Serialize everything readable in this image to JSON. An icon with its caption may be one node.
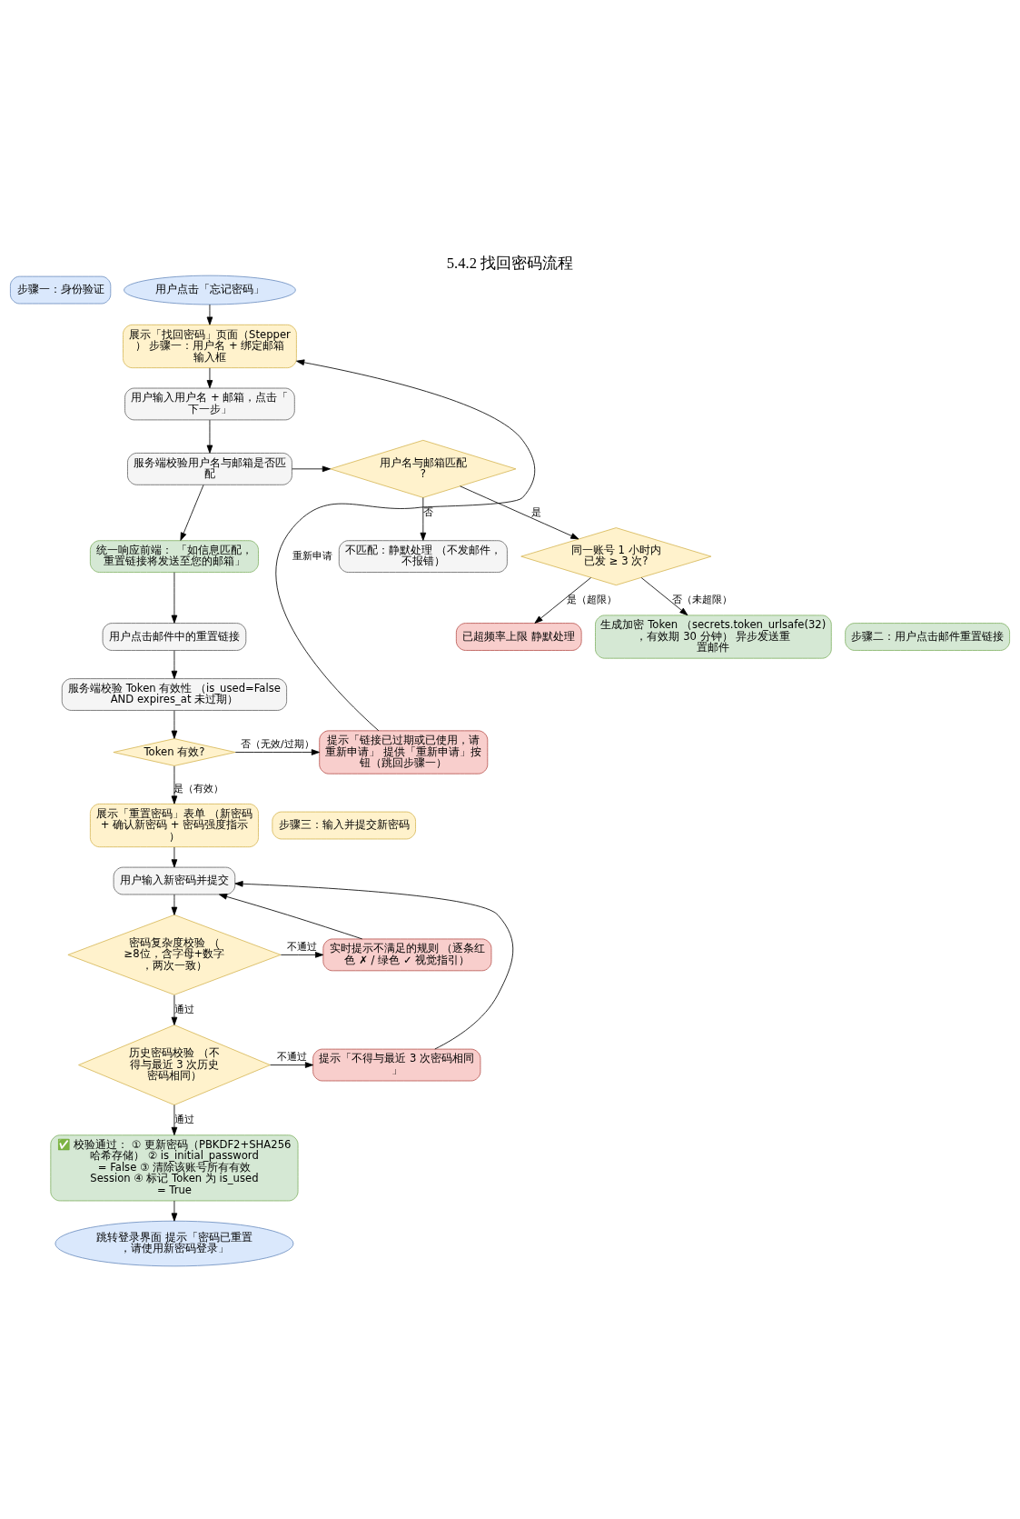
{
  "diagram": {
    "title": "5.4.2 找回密码流程",
    "nodes": [
      {
        "text": [
          "步骤一：身份验证"
        ]
      },
      {
        "text": [
          "用户点击「忘记密码」"
        ]
      },
      {
        "text": [
          "展示「找回密码」页面（Stepper） 步骤一：用户名 + 绑定邮箱输入框"
        ]
      },
      {
        "text": [
          "用户输入用户名 + 邮箱，点击「下一步」"
        ]
      },
      {
        "text": [
          "服务端校验用户名与邮箱是否匹配"
        ]
      },
      {
        "text": [
          "用户名与邮箱匹配?"
        ]
      },
      {
        "text": [
          "不匹配：静默处理 （不发邮件，不报错）"
        ]
      },
      {
        "text": [
          "统一响应前端： 「如信息匹配，重置链接将发送至您的邮箱」"
        ]
      },
      {
        "text": [
          "同一账号 1 小时内已发 ≥ 3 次?"
        ]
      },
      {
        "text": [
          "已超频率上限 静默处理"
        ]
      },
      {
        "text": [
          "生成加密 Token （secrets.token_urlsafe(32)，有效期 30 分钟） 异步发送重置邮件"
        ]
      },
      {
        "text": [
          "步骤二：用户点击邮件重置链接"
        ]
      },
      {
        "text": [
          "用户点击邮件中的重置链接"
        ]
      },
      {
        "text": [
          "服务端校验 Token 有效性 （is_used=False AND expires_at 未过期）"
        ]
      },
      {
        "text": [
          "Token 有效?"
        ]
      },
      {
        "text": [
          "提示「链接已过期或已使用，请重新申请」 提供「重新申请」按钮（跳回步骤一）"
        ]
      },
      {
        "text": [
          "步骤三：输入并提交新密码"
        ]
      },
      {
        "text": [
          "展示「重置密码」表单 （新密码 + 确认新密码 + 密码强度指示）"
        ]
      },
      {
        "text": [
          "用户输入新密码并提交"
        ]
      },
      {
        "text": [
          "密码复杂度校验 （≥8位，含字母+数字，两次一致）"
        ]
      },
      {
        "text": [
          "实时提示不满足的规则 （逐条红色 ✗ / 绿色 ✓ 视觉指引）"
        ]
      },
      {
        "text": [
          "历史密码校验 （不得与最近 3 次历史密码相同）"
        ]
      },
      {
        "text": [
          "提示「不得与最近 3 次密码相同」"
        ]
      },
      {
        "text": [
          "✅ 校验通过： ① 更新密码（PBKDF2+SHA256 哈希存储） ② is_initial_password = False ③ 清除该账号所有有效 Session ④ 标记 Token 为 is_used = True"
        ]
      },
      {
        "text": [
          "跳转登录界面 提示「密码已重置，请使用新密码登录」"
        ]
      }
    ],
    "edges": [
      {
        "from": 1,
        "to": 2,
        "arrow": "to"
      },
      {
        "from": 2,
        "to": 3,
        "arrow": "to"
      },
      {
        "from": 3,
        "to": 4,
        "arrow": "to"
      },
      {
        "from": 4,
        "to": 5,
        "arrow": "to"
      },
      {
        "from": 4,
        "to": 7,
        "arrow": "to"
      },
      {
        "from": 5,
        "to": 6,
        "label": "否",
        "arrow": "to"
      },
      {
        "from": 5,
        "to": 8,
        "label": "是",
        "arrow": "to"
      },
      {
        "from": 8,
        "to": 9,
        "label": "是（超限）",
        "arrow": "to"
      },
      {
        "from": 8,
        "to": 10,
        "label": "否（未超限）",
        "arrow": "to"
      },
      {
        "from": 7,
        "to": 12,
        "arrow": "to"
      },
      {
        "from": 12,
        "to": 13,
        "arrow": "to"
      },
      {
        "from": 13,
        "to": 14,
        "arrow": "to"
      },
      {
        "from": 14,
        "to": 15,
        "label": "否（无效/过期）",
        "arrow": "to"
      },
      {
        "from": 15,
        "to": 2,
        "label": "重新申请",
        "arrow": "to"
      },
      {
        "from": 14,
        "to": 17,
        "label": "是（有效）",
        "arrow": "to"
      },
      {
        "from": 17,
        "to": 18,
        "arrow": "to"
      },
      {
        "from": 18,
        "to": 19,
        "arrow": "to"
      },
      {
        "from": 19,
        "to": 20,
        "label": "不通过",
        "arrow": "to"
      },
      {
        "from": 20,
        "to": 18,
        "arrow": "to"
      },
      {
        "from": 19,
        "to": 21,
        "label": "通过",
        "arrow": "to"
      },
      {
        "from": 21,
        "to": 22,
        "label": "不通过",
        "arrow": "to"
      },
      {
        "from": 22,
        "to": 18,
        "arrow": "to"
      },
      {
        "from": 21,
        "to": 23,
        "label": "通过",
        "arrow": "to"
      },
      {
        "from": 23,
        "to": 24,
        "arrow": "to"
      }
    ]
  }
}
